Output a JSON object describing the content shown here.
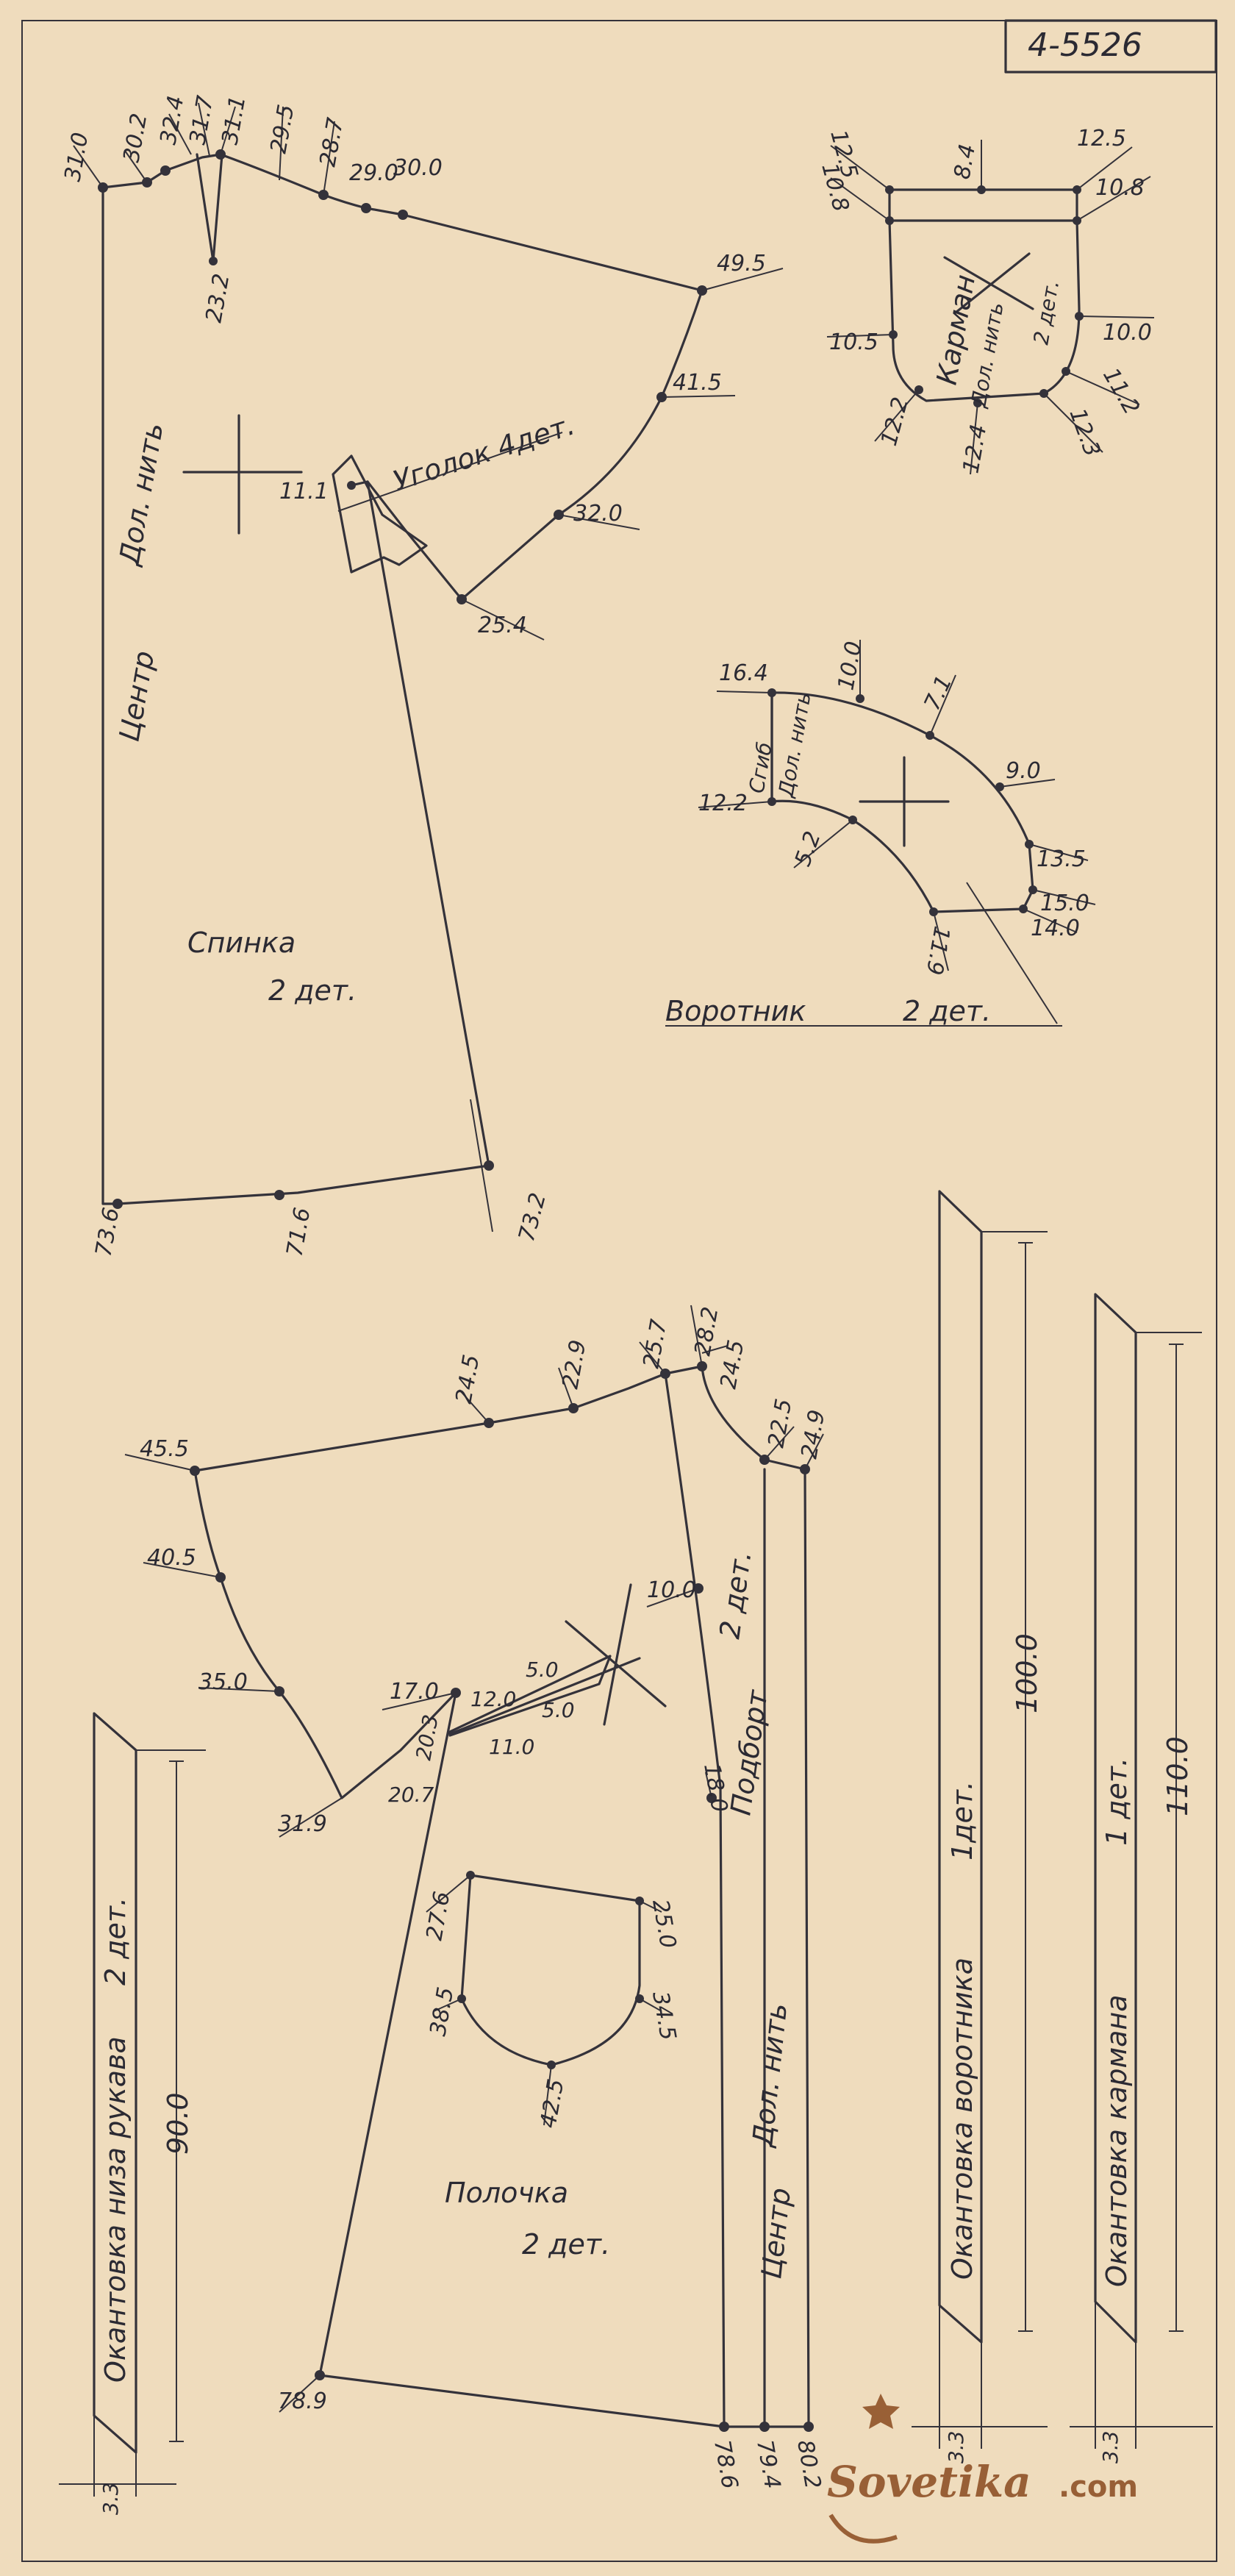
{
  "sheet_code": "4-5526",
  "watermark": {
    "brand": "Sovetika",
    "domain": ".com"
  },
  "back": {
    "title": "Спинка",
    "count": "2 дет.",
    "center_label": "Центр",
    "grain_label": "Дол. нить",
    "corner_label": "Уголок 4дет.",
    "points": [
      "31.0",
      "30.2",
      "32.4",
      "31.7",
      "31.1",
      "29.5",
      "28.7",
      "29.0",
      "30.0",
      "49.5",
      "41.5",
      "32.0",
      "25.4",
      "11.1",
      "23.2",
      "73.6",
      "71.6",
      "73.2"
    ]
  },
  "pocket": {
    "title": "Карман",
    "count": "2 дет.",
    "grain_label": "Дол. нить",
    "points": [
      "12.5",
      "10.8",
      "8.4",
      "12.5",
      "10.8",
      "10.5",
      "10.0",
      "11.2",
      "12.2",
      "12.4",
      "12.3"
    ]
  },
  "collar": {
    "title": "Воротник",
    "count": "2 дет.",
    "fold_label": "Сгиб",
    "grain_label": "Дол. нить",
    "points": [
      "16.4",
      "10.0",
      "7.1",
      "9.0",
      "13.5",
      "15.0",
      "14.0",
      "11.9",
      "12.2",
      "5.2"
    ]
  },
  "front": {
    "title": "Полочка",
    "count": "2 дет.",
    "facing_label": "Подборт",
    "facing_count": "2 дет.",
    "center_label": "Центр",
    "grain_label": "Дол. нить",
    "points": [
      "45.5",
      "24.5",
      "22.9",
      "25.7",
      "28.2",
      "24.5",
      "22.5",
      "24.9",
      "40.5",
      "35.0",
      "31.9",
      "17.0",
      "20.3",
      "20.7",
      "12.0",
      "5.0",
      "11.0",
      "5.0",
      "10.0",
      "18.0",
      "27.6",
      "25.0",
      "38.5",
      "34.5",
      "42.5",
      "78.9",
      "78.6",
      "79.4",
      "80.2"
    ]
  },
  "strips": [
    {
      "title": "Окантовка низа рукава",
      "count": "2 дет.",
      "length": "90.0",
      "width": "3.3"
    },
    {
      "title": "Окантовка воротника",
      "count": "1дет.",
      "length": "100.0",
      "width": "3.3"
    },
    {
      "title": "Окантовка кармана",
      "count": "1 дет.",
      "length": "110.0",
      "width": "3.3"
    }
  ]
}
